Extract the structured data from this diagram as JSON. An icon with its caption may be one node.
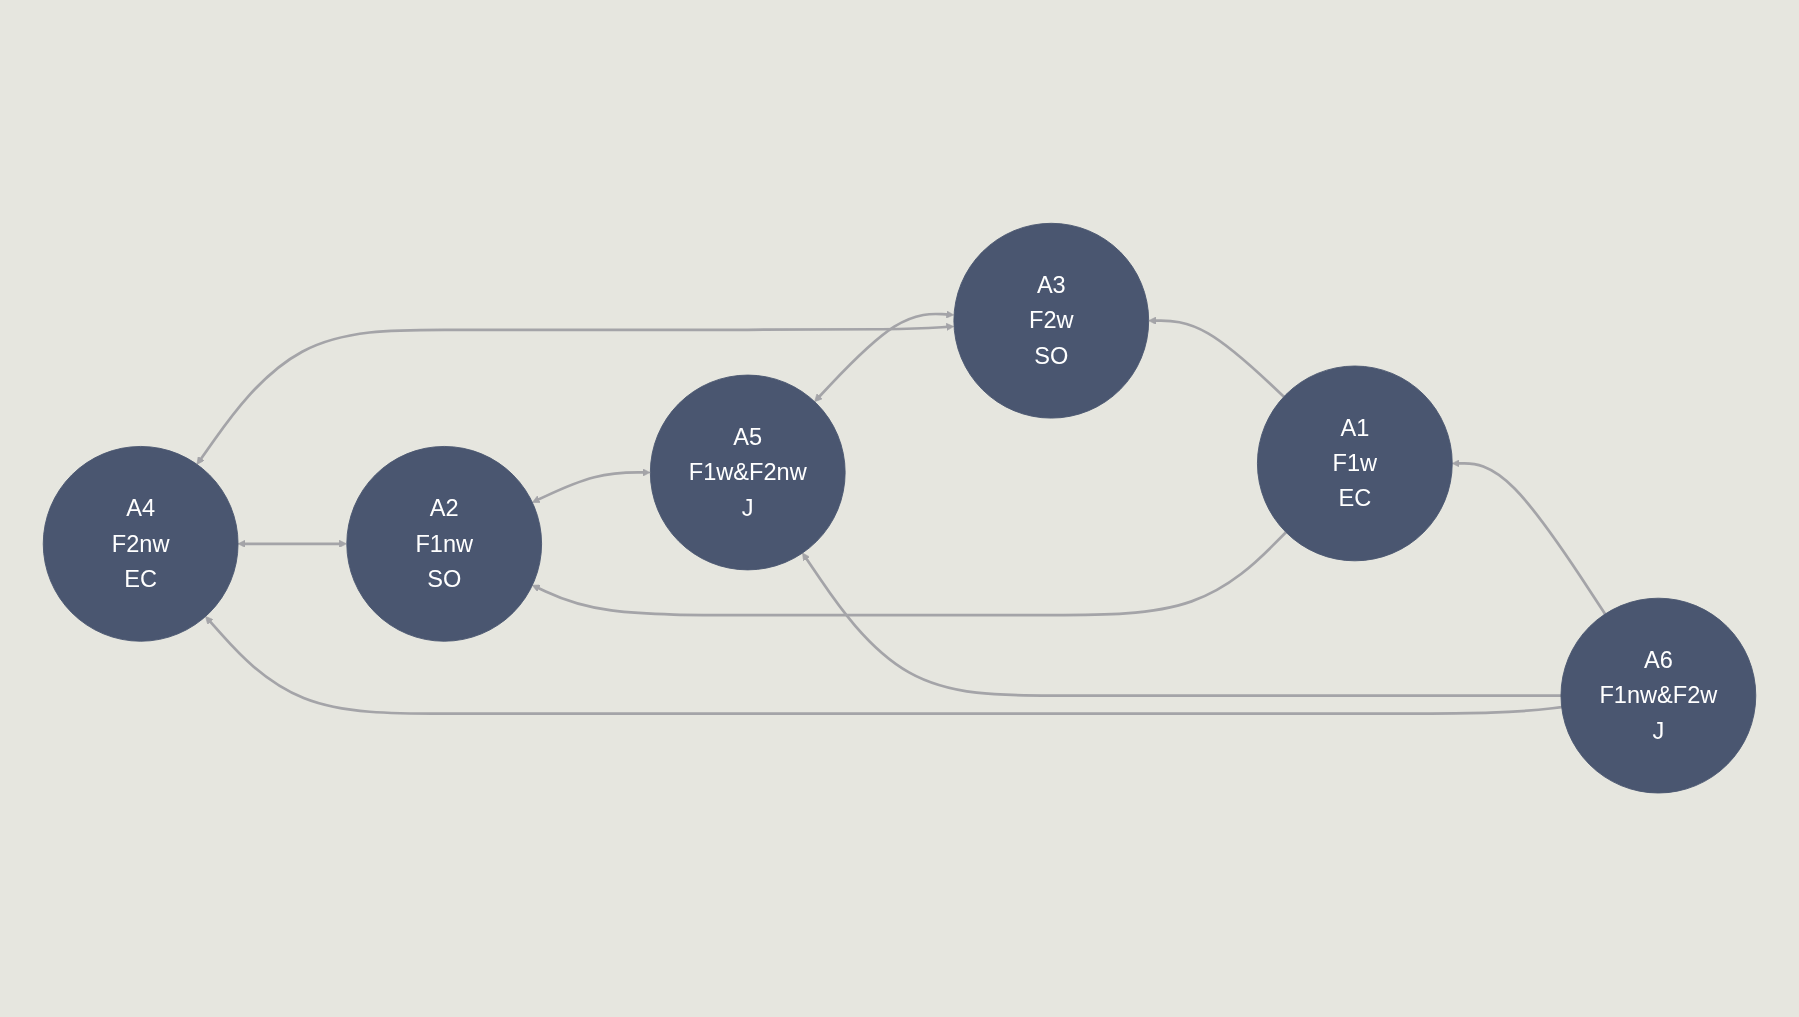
{
  "diagram": {
    "nodes": [
      {
        "text": [
          "A3",
          "F2w",
          "SO"
        ]
      },
      {
        "text": [
          "A1",
          "F1w",
          "EC"
        ]
      },
      {
        "text": [
          "A5",
          "F1w&F2nw",
          "J"
        ]
      },
      {
        "text": [
          "A6",
          "F1nw&F2w",
          "J"
        ]
      },
      {
        "text": [
          "A2",
          "F1nw",
          "SO"
        ]
      },
      {
        "text": [
          "A4",
          "F2nw",
          "EC"
        ]
      }
    ],
    "edges": [
      {
        "from": 1,
        "to": 0,
        "arrow": "to"
      },
      {
        "from": 0,
        "to": 2,
        "arrow": "both"
      },
      {
        "from": 2,
        "to": 4,
        "arrow": "both"
      },
      {
        "from": 4,
        "to": 5,
        "arrow": "both"
      },
      {
        "from": 3,
        "to": 1,
        "arrow": "to"
      },
      {
        "from": 3,
        "to": 2,
        "arrow": "to"
      },
      {
        "from": 3,
        "to": 5,
        "arrow": "to"
      },
      {
        "from": 1,
        "to": 4,
        "arrow": "to"
      },
      {
        "from": 0,
        "to": 5,
        "arrow": "both"
      }
    ]
  }
}
